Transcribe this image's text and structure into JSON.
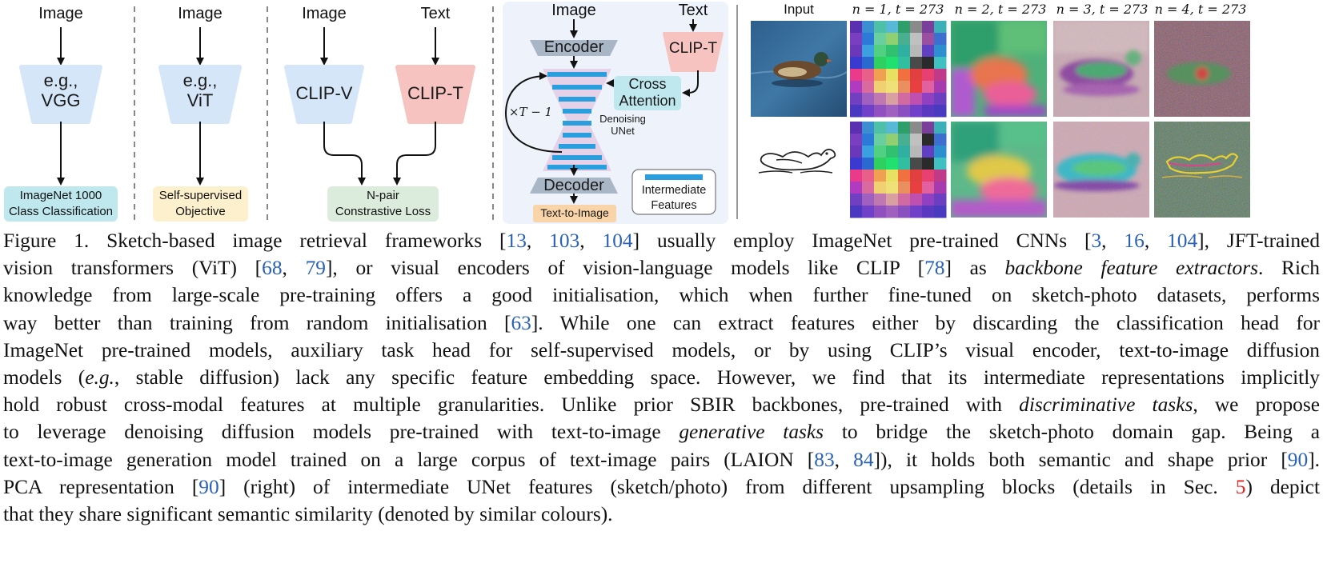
{
  "panels": {
    "p1": {
      "input": "Image",
      "backbone": [
        "e.g.,",
        "VGG"
      ],
      "output": [
        "ImageNet 1000",
        "Class Classification"
      ]
    },
    "p2": {
      "input": "Image",
      "backbone": [
        "e.g.,",
        "ViT"
      ],
      "output": [
        "Self-supervised",
        "Objective"
      ]
    },
    "p3": {
      "input_image": "Image",
      "input_text": "Text",
      "vision_encoder": "CLIP-V",
      "text_encoder": "CLIP-T",
      "output": [
        "N-pair",
        "Constrastive Loss"
      ]
    },
    "p4": {
      "input_image": "Image",
      "input_text": "Text",
      "encoder": "Encoder",
      "text_encoder": "CLIP-T",
      "cross_attention": [
        "Cross",
        "Attention"
      ],
      "unet": [
        "Denoising",
        "UNet"
      ],
      "loop": "×T − 1",
      "decoder": "Decoder",
      "output": "Text-to-Image",
      "legend": [
        "Intermediate",
        "Features"
      ]
    },
    "pca": {
      "headers": [
        "Input",
        "n = 1, t = 273",
        "n = 2, t = 273",
        "n = 3, t = 273",
        "n = 4, t = 273"
      ],
      "rows": [
        "photo",
        "sketch"
      ]
    }
  },
  "colors": {
    "vgg": "#d4e6f8",
    "vit": "#d4e6f8",
    "clipv": "#d4e6f8",
    "clipt": "#f6c3c0",
    "imagenet_box": "#bfe8ee",
    "ssl_box": "#fdf0cc",
    "npair_box": "#dcecdc",
    "t2i_box": "#f9d4a8",
    "diffusion_bg": "#eef2fb",
    "feature_bar": "#2b9fde",
    "cite": "#2a62b8",
    "section_ref": "#e0201e"
  },
  "caption": {
    "lines": [
      [
        {
          "t": "Figure 1.  Sketch-based image retrieval frameworks ["
        },
        {
          "t": "13",
          "c": "cite"
        },
        {
          "t": ", "
        },
        {
          "t": "103",
          "c": "cite"
        },
        {
          "t": ", "
        },
        {
          "t": "104",
          "c": "cite"
        },
        {
          "t": "] usually employ ImageNet pre-trained CNNs ["
        },
        {
          "t": "3",
          "c": "cite"
        },
        {
          "t": ", "
        },
        {
          "t": "16",
          "c": "cite"
        },
        {
          "t": ", "
        },
        {
          "t": "104",
          "c": "cite"
        },
        {
          "t": "], JFT-trained"
        }
      ],
      [
        {
          "t": "vision transformers (ViT) ["
        },
        {
          "t": "68",
          "c": "cite"
        },
        {
          "t": ", "
        },
        {
          "t": "79",
          "c": "cite"
        },
        {
          "t": "], or visual encoders of vision-language models like CLIP ["
        },
        {
          "t": "78",
          "c": "cite"
        },
        {
          "t": "] as "
        },
        {
          "t": "backbone feature extractors",
          "c": "em"
        },
        {
          "t": ".  Rich"
        }
      ],
      [
        {
          "t": "knowledge from large-scale pre-training offers a good initialisation, which when further fine-tuned on sketch-photo datasets, performs"
        }
      ],
      [
        {
          "t": "way better than training from random initialisation ["
        },
        {
          "t": "63",
          "c": "cite"
        },
        {
          "t": "].  While one can extract features either by discarding the classification head for"
        }
      ],
      [
        {
          "t": "ImageNet pre-trained models, auxiliary task head for self-supervised models, or by using CLIP’s visual encoder, text-to-image diffusion"
        }
      ],
      [
        {
          "t": "models ("
        },
        {
          "t": "e.g.",
          "c": "em"
        },
        {
          "t": ", stable diffusion) lack any specific feature embedding space. However, we find that its intermediate representations implicitly"
        }
      ],
      [
        {
          "t": "hold robust cross-modal features at multiple granularities. Unlike prior SBIR backbones, pre-trained with "
        },
        {
          "t": "discriminative tasks",
          "c": "em"
        },
        {
          "t": ", we propose"
        }
      ],
      [
        {
          "t": "to leverage denoising diffusion models pre-trained with text-to-image "
        },
        {
          "t": "generative tasks",
          "c": "em"
        },
        {
          "t": " to bridge the sketch-photo domain gap.  Being a"
        }
      ],
      [
        {
          "t": "text-to-image generation model trained on a large corpus of text-image pairs (LAION ["
        },
        {
          "t": "83",
          "c": "cite"
        },
        {
          "t": ", "
        },
        {
          "t": "84",
          "c": "cite"
        },
        {
          "t": "]), it holds both semantic and shape prior ["
        },
        {
          "t": "90",
          "c": "cite"
        },
        {
          "t": "]."
        }
      ],
      [
        {
          "t": "PCA representation ["
        },
        {
          "t": "90",
          "c": "cite"
        },
        {
          "t": "] (right) of intermediate UNet features (sketch/photo) from different upsampling blocks (details in Sec. "
        },
        {
          "t": "5",
          "c": "secref"
        },
        {
          "t": ") depict"
        }
      ],
      [
        {
          "t": "that they share significant semantic similarity (denoted by similar colours)."
        }
      ]
    ]
  }
}
